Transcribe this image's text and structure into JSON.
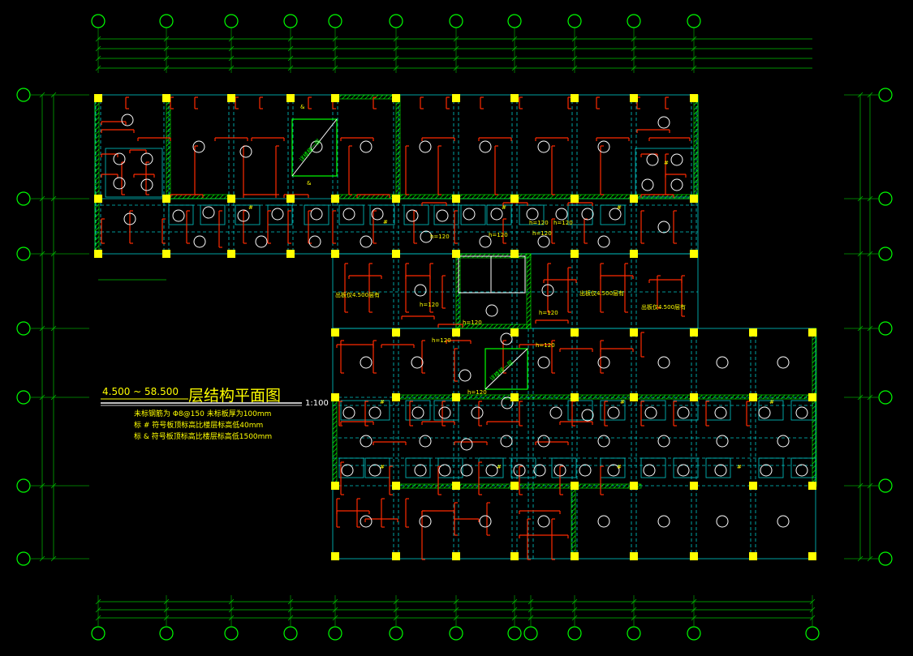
{
  "drawing": {
    "title_range": "4.500  ~ 58.500",
    "title_main": "层结构平面图",
    "scale": "1:100",
    "notes": [
      "未标钢筋为 Φ8@150  未标板厚为100mm",
      "标 # 符号板顶标高比楼层标高低40mm",
      "标 & 符号板顶标高比楼层标高低1500mm"
    ]
  },
  "labels": {
    "h120": "h=120",
    "outline_note": "出板仅4.500层有",
    "stair": "详楼梯一层",
    "hash": "#",
    "amp": "&"
  },
  "colors": {
    "background": "#000000",
    "axis": "#00ff00",
    "column": "#ffff00",
    "beam": "#00ffff",
    "rebar": "#ff0000",
    "wall_hatch": "#00ff00",
    "hole": "#ffffff",
    "text": "#ffff00"
  }
}
